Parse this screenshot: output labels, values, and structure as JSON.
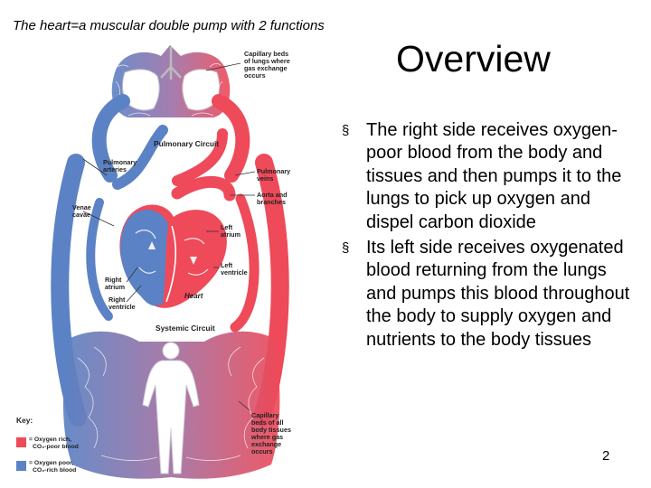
{
  "header": {
    "title": "The heart=a muscular double pump with 2 functions"
  },
  "slide": {
    "title": "Overview",
    "bullets": [
      "The right side receives oxygen-poor blood from the body and tissues and then pumps it to the lungs to pick up oxygen and dispel carbon dioxide",
      "Its left side receives oxygenated blood returning from the lungs and pumps this blood throughout the body to supply oxygen and nutrients to the body tissues"
    ],
    "bullet_glyph": "§",
    "page_number": "2"
  },
  "diagram": {
    "labels": {
      "capillary_lungs": [
        "Capillary beds",
        "of lungs where",
        "gas exchange",
        "occurs"
      ],
      "pulmonary_circuit": "Pulmonary Circuit",
      "pulmonary_arteries": [
        "Pulmonary",
        "arteries"
      ],
      "pulmonary_veins": [
        "Pulmonary",
        "veins"
      ],
      "venae_cavae": [
        "Venae",
        "cavae"
      ],
      "aorta": [
        "Aorta and",
        "branches"
      ],
      "left_atrium": [
        "Left",
        "atrium"
      ],
      "left_ventricle": [
        "Left",
        "ventricle"
      ],
      "right_atrium": [
        "Right",
        "atrium"
      ],
      "right_ventricle": [
        "Right",
        "ventricle"
      ],
      "heart": "Heart",
      "systemic_circuit": "Systemic Circuit",
      "capillary_body": [
        "Capillary",
        "beds of all",
        "body tissues",
        "where gas",
        "exchange",
        "occurs"
      ]
    },
    "key": {
      "title": "Key:",
      "items": [
        {
          "lines": [
            "= Oxygen rich,",
            "CO₂-poor blood"
          ],
          "color": "#ee4a59"
        },
        {
          "lines": [
            "= Oxygen poor,",
            "CO₂-rich blood"
          ],
          "color": "#5b82c4"
        }
      ]
    },
    "colors": {
      "oxygen_rich": "#ee4a59",
      "oxygen_poor": "#5b82c4"
    }
  }
}
